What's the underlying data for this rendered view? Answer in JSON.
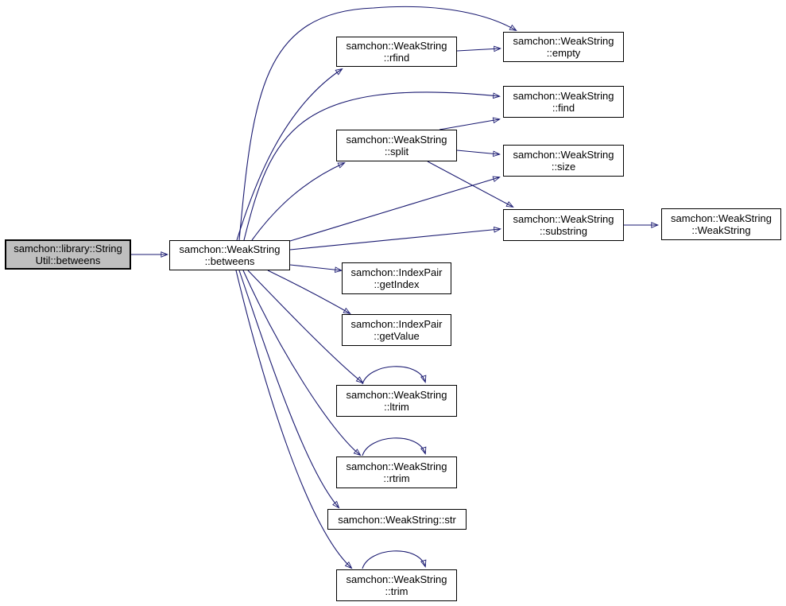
{
  "diagram": {
    "kind": "doxygen-call-graph",
    "colors": {
      "edge": "#191970",
      "node_border": "#000000",
      "node_fill": "#ffffff",
      "highlight_fill": "#bfbfbf",
      "background": "#ffffff"
    },
    "nodes": [
      {
        "id": "stringutil-betweens",
        "label": "samchon::library::String\nUtil::betweens",
        "highlighted": true
      },
      {
        "id": "ws-betweens",
        "label": "samchon::WeakString\n::betweens",
        "highlighted": false
      },
      {
        "id": "ws-rfind",
        "label": "samchon::WeakString\n::rfind",
        "highlighted": false
      },
      {
        "id": "ws-empty",
        "label": "samchon::WeakString\n::empty",
        "highlighted": false
      },
      {
        "id": "ws-find",
        "label": "samchon::WeakString\n::find",
        "highlighted": false
      },
      {
        "id": "ws-split",
        "label": "samchon::WeakString\n::split",
        "highlighted": false
      },
      {
        "id": "ws-size",
        "label": "samchon::WeakString\n::size",
        "highlighted": false
      },
      {
        "id": "ws-substring",
        "label": "samchon::WeakString\n::substring",
        "highlighted": false
      },
      {
        "id": "ws-weakstring",
        "label": "samchon::WeakString\n::WeakString",
        "highlighted": false
      },
      {
        "id": "indexpair-getindex",
        "label": "samchon::IndexPair\n::getIndex",
        "highlighted": false
      },
      {
        "id": "indexpair-getvalue",
        "label": "samchon::IndexPair\n::getValue",
        "highlighted": false
      },
      {
        "id": "ws-ltrim",
        "label": "samchon::WeakString\n::ltrim",
        "highlighted": false
      },
      {
        "id": "ws-rtrim",
        "label": "samchon::WeakString\n::rtrim",
        "highlighted": false
      },
      {
        "id": "ws-str",
        "label": "samchon::WeakString::str",
        "highlighted": false
      },
      {
        "id": "ws-trim",
        "label": "samchon::WeakString\n::trim",
        "highlighted": false
      }
    ],
    "edges": [
      {
        "from": "stringutil-betweens",
        "to": "ws-betweens"
      },
      {
        "from": "ws-betweens",
        "to": "ws-rfind"
      },
      {
        "from": "ws-betweens",
        "to": "ws-empty"
      },
      {
        "from": "ws-betweens",
        "to": "ws-find"
      },
      {
        "from": "ws-betweens",
        "to": "ws-split"
      },
      {
        "from": "ws-betweens",
        "to": "ws-size"
      },
      {
        "from": "ws-betweens",
        "to": "ws-substring"
      },
      {
        "from": "ws-betweens",
        "to": "indexpair-getindex"
      },
      {
        "from": "ws-betweens",
        "to": "indexpair-getvalue"
      },
      {
        "from": "ws-betweens",
        "to": "ws-ltrim"
      },
      {
        "from": "ws-betweens",
        "to": "ws-rtrim"
      },
      {
        "from": "ws-betweens",
        "to": "ws-str"
      },
      {
        "from": "ws-betweens",
        "to": "ws-trim"
      },
      {
        "from": "ws-rfind",
        "to": "ws-empty"
      },
      {
        "from": "ws-split",
        "to": "ws-find"
      },
      {
        "from": "ws-split",
        "to": "ws-size"
      },
      {
        "from": "ws-split",
        "to": "ws-substring"
      },
      {
        "from": "ws-substring",
        "to": "ws-weakstring"
      },
      {
        "from": "ws-ltrim",
        "to": "ws-ltrim"
      },
      {
        "from": "ws-rtrim",
        "to": "ws-rtrim"
      },
      {
        "from": "ws-trim",
        "to": "ws-trim"
      }
    ]
  }
}
